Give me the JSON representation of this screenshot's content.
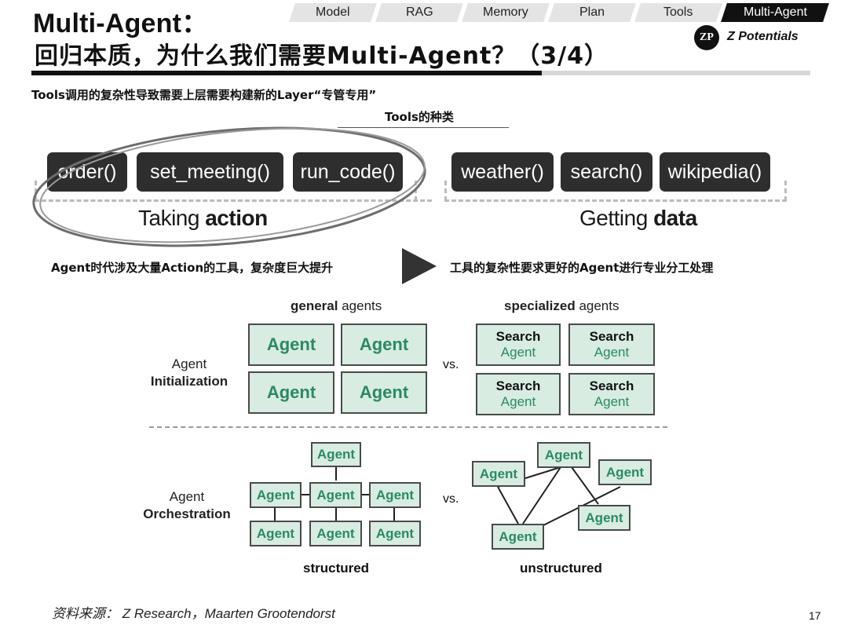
{
  "header": {
    "title_line1": "Multi-Agent：",
    "title_line2": "回归本质，为什么我们需要Multi-Agent？（3/4）",
    "tabs": [
      "Model",
      "RAG",
      "Memory",
      "Plan",
      "Tools",
      "Multi-Agent"
    ],
    "active_tab": "Multi-Agent",
    "logo_mark": "ZP",
    "logo_text": "Z Potentials"
  },
  "subtitle": "Tools调用的复杂性导致需要上层需要构建新的Layer“专管专用”",
  "tools": {
    "heading": "Tools的种类",
    "action_tools": [
      "order()",
      "set_meeting()",
      "run_code()"
    ],
    "data_tools": [
      "weather()",
      "search()",
      "wikipedia()"
    ],
    "action_label_prefix": "Taking ",
    "action_label_bold": "action",
    "data_label_prefix": "Getting ",
    "data_label_bold": "data"
  },
  "sentences": {
    "left": "Agent时代涉及大量Action的工具，复杂度巨大提升",
    "right": "工具的复杂性要求更好的Agent进行专业分工处理"
  },
  "agents": {
    "general_head_bold": "general",
    "general_head_rest": " agents",
    "specialized_head_bold": "specialized",
    "specialized_head_rest": " agents",
    "init_label_line1": "Agent",
    "init_label_line2": "Initialization",
    "orch_label_line1": "Agent",
    "orch_label_line2": "Orchestration",
    "general_boxes": [
      "Agent",
      "Agent",
      "Agent",
      "Agent"
    ],
    "specialized_boxes": [
      {
        "top": "Search",
        "bottom": "Agent"
      },
      {
        "top": "Search",
        "bottom": "Agent"
      },
      {
        "top": "Search",
        "bottom": "Agent"
      },
      {
        "top": "Search",
        "bottom": "Agent"
      }
    ],
    "vs": "vs.",
    "structured_nodes": [
      "Agent",
      "Agent",
      "Agent",
      "Agent",
      "Agent",
      "Agent",
      "Agent"
    ],
    "unstructured_nodes": [
      "Agent",
      "Agent",
      "Agent",
      "Agent",
      "Agent"
    ],
    "structured_label": "structured",
    "unstructured_label": "unstructured"
  },
  "footer": {
    "source": "资料来源： Z Research，Maarten Grootendorst",
    "page": "17"
  },
  "colors": {
    "agent_fill": "#d8ece2",
    "agent_text": "#2a8a63",
    "chip_bg": "#2e2e2e"
  }
}
